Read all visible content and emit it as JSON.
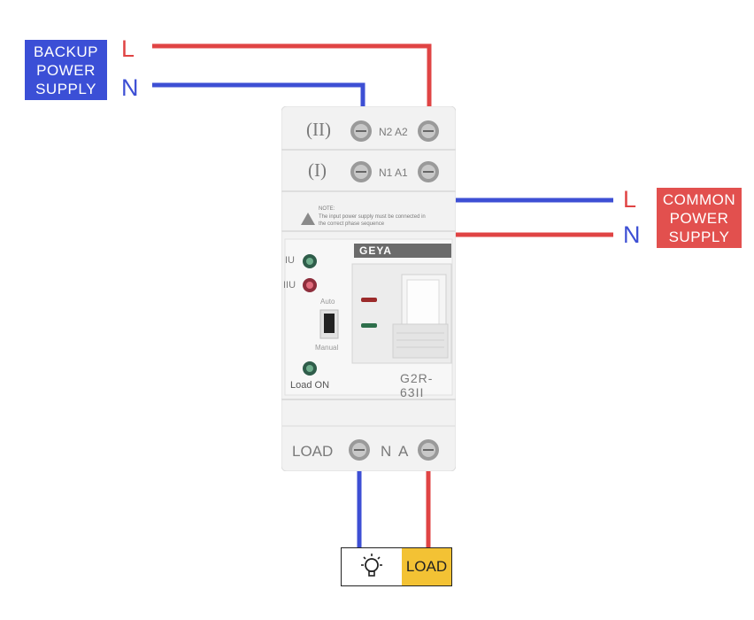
{
  "backup_supply": {
    "label_lines": [
      "BACKUP",
      "POWER",
      "SUPPLY"
    ],
    "line": "L",
    "neutral": "N"
  },
  "common_supply": {
    "label_lines": [
      "COMMON",
      "POWER",
      "SUPPLY"
    ],
    "line": "L",
    "neutral": "N"
  },
  "device": {
    "brand": "GEYA",
    "model": "G2R-63II",
    "source_ii_label": "(II)",
    "source_i_label": "(I)",
    "terminals_ii": "N2 A2",
    "terminals_i": "N1 A1",
    "note_title": "NOTE:",
    "note_text_1": "The input power supply must be connected in",
    "note_text_2": "the correct phase sequence",
    "indicator_iu": "IU",
    "indicator_iiu": "IIU",
    "mode_auto": "Auto",
    "mode_manual": "Manual",
    "load_on": "Load ON",
    "load_terminal_label": "LOAD",
    "load_terminals": "N A"
  },
  "load": {
    "label": "LOAD",
    "icon": "light-bulb-icon"
  },
  "colors": {
    "line": "#e04444",
    "neutral": "#3d4fd4",
    "backup_box": "#3b4fd6",
    "common_box": "#e2504e",
    "load_box": "#f3c234"
  }
}
